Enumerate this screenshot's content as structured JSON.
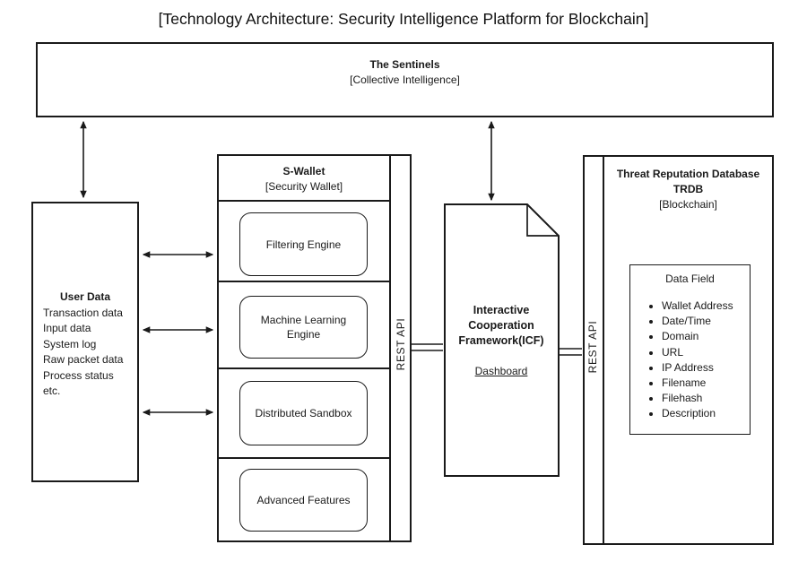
{
  "title": "[Technology Architecture: Security Intelligence Platform for Blockchain]",
  "colors": {
    "stroke": "#1a1a1a",
    "background": "#ffffff"
  },
  "sentinels": {
    "title": "The Sentinels",
    "subtitle": "[Collective Intelligence]"
  },
  "user_data": {
    "title": "User Data",
    "items": [
      "Transaction data",
      "Input data",
      "System log",
      "Raw packet data",
      "Process status",
      "etc."
    ]
  },
  "s_wallet": {
    "title": "S-Wallet",
    "subtitle": "[Security Wallet]",
    "side_label": "REST API",
    "components": [
      "Filtering Engine",
      "Machine Learning Engine",
      "Distributed Sandbox",
      "Advanced Features"
    ]
  },
  "icf": {
    "title_lines": [
      "Interactive",
      "Cooperation",
      "Framework(ICF)"
    ],
    "link_label": "Dashboard"
  },
  "trdb": {
    "title": "Threat Reputation Database",
    "acronym": "TRDB",
    "subtitle": "[Blockchain]",
    "side_label": "REST API",
    "data_field": {
      "title": "Data Field",
      "items": [
        "Wallet Address",
        "Date/Time",
        "Domain",
        "URL",
        "IP Address",
        "Filename",
        "Filehash",
        "Description"
      ]
    }
  }
}
